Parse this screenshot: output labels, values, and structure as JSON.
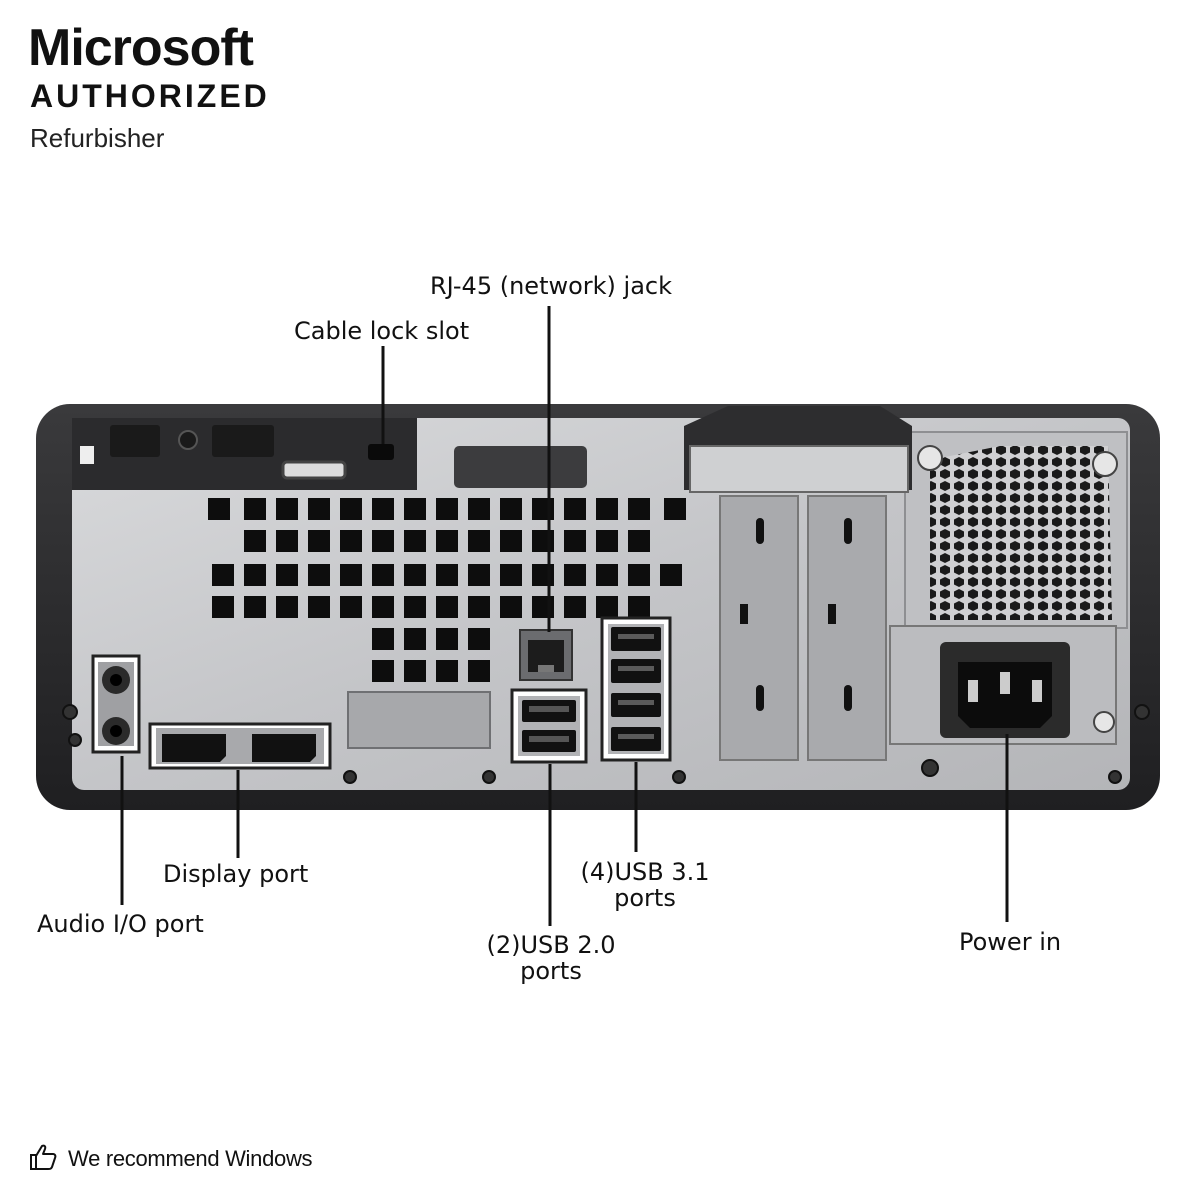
{
  "brand": {
    "title": "Microsoft",
    "subtitle": "AUTHORIZED",
    "tagline": "Refurbisher"
  },
  "callouts": {
    "rj45": "RJ-45 (network) jack",
    "cable_lock": "Cable lock slot",
    "display_port": "Display port",
    "audio": "Audio I/O port",
    "usb31_line1": "(4)USB 3.1",
    "usb31_line2": "ports",
    "usb20_line1": "(2)USB 2.0",
    "usb20_line2": "ports",
    "power": "Power in"
  },
  "footer": {
    "icon": "thumbs-up-icon",
    "text": "We recommend Windows"
  },
  "colors": {
    "chassis_dark": "#2b2b2d",
    "panel_silver": "#c9cacc",
    "vent_black": "#0d0d0d",
    "leader_line": "#111111"
  }
}
